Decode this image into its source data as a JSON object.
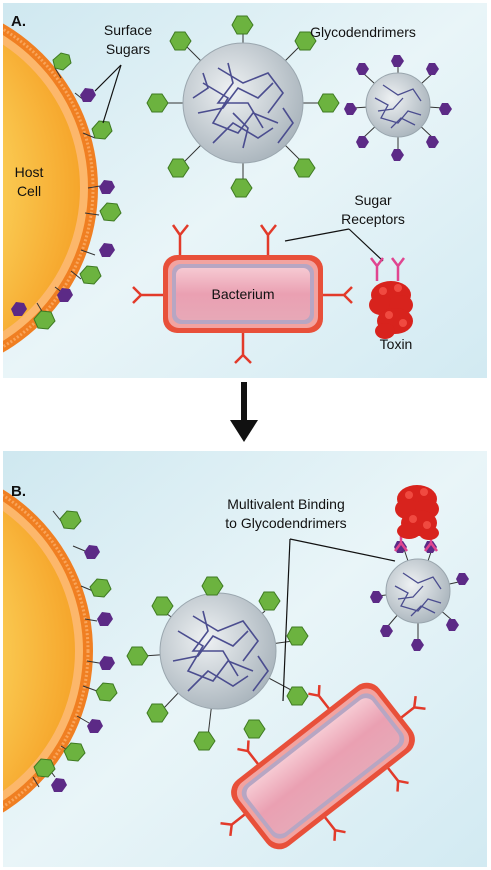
{
  "panel_a": {
    "letter": "A.",
    "labels": {
      "surface_sugars_line1": "Surface",
      "surface_sugars_line2": "Sugars",
      "glycodendrimers": "Glycodendrimers",
      "host_cell_line1": "Host",
      "host_cell_line2": "Cell",
      "sugar_receptors_line1": "Sugar",
      "sugar_receptors_line2": "Receptors",
      "bacterium": "Bacterium",
      "toxin": "Toxin"
    }
  },
  "panel_b": {
    "letter": "B.",
    "labels": {
      "multivalent_line1": "Multivalent Binding",
      "multivalent_line2": "to Glycodendrimers"
    }
  },
  "colors": {
    "background_panel": "#d8edf3",
    "cell_membrane": "#f07f22",
    "cell_interior": "#f9c74a",
    "green_sugar": "#6cb33f",
    "purple_sugar": "#5c2a86",
    "dendrimer": "#b9c2c9",
    "branch": "#4b4d8f",
    "bacterium_outer": "#e8503a",
    "bacterium_inner": "#e9a7b5",
    "receptor": "#e23a2a",
    "receptor_toxin": "#e04590",
    "toxin": "#d8231d"
  }
}
